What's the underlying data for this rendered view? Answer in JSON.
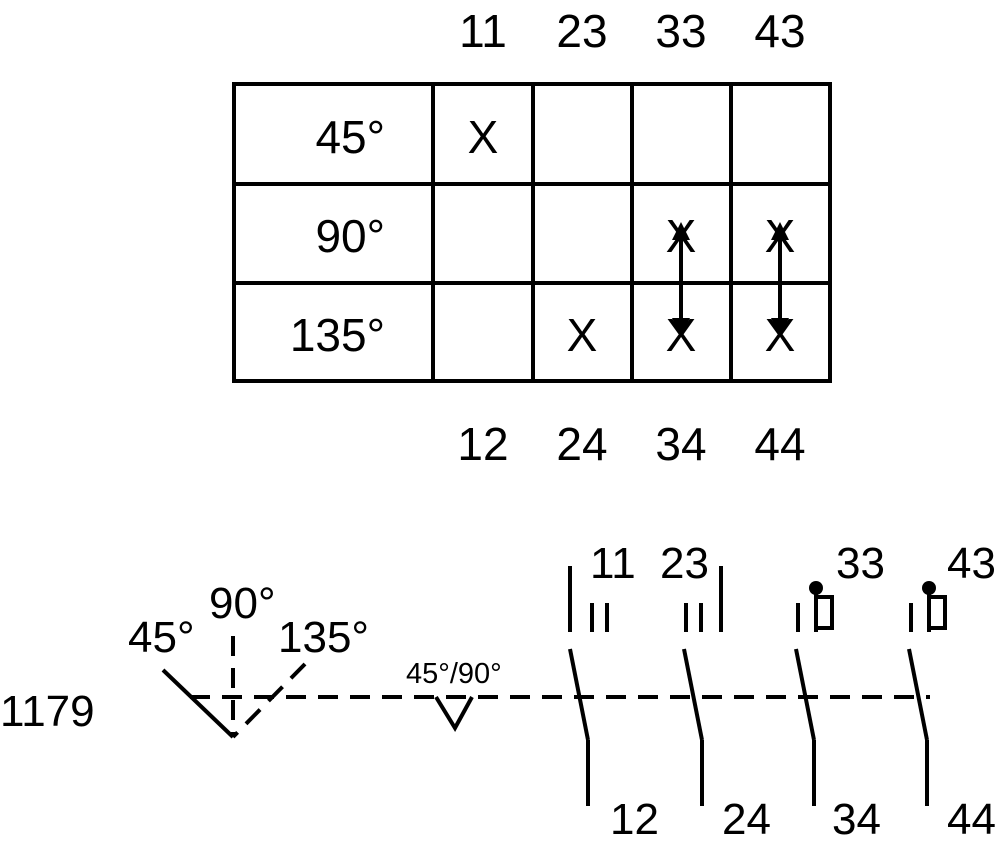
{
  "table": {
    "top_terminals": [
      "11",
      "23",
      "33",
      "43"
    ],
    "bottom_terminals": [
      "12",
      "24",
      "34",
      "44"
    ],
    "rows": [
      {
        "angle": "45°",
        "marks": [
          "X",
          "",
          "",
          ""
        ]
      },
      {
        "angle": "90°",
        "marks": [
          "",
          "",
          "X",
          "X"
        ]
      },
      {
        "angle": "135°",
        "marks": [
          "",
          "X",
          "X",
          "X"
        ]
      }
    ]
  },
  "schematic": {
    "device_number": "1179",
    "positions": [
      "45°",
      "90°",
      "135°"
    ],
    "detent_label": "45°/90°",
    "contacts": [
      {
        "top": "11",
        "bottom": "12",
        "type": "maintained"
      },
      {
        "top": "23",
        "bottom": "24",
        "type": "maintained"
      },
      {
        "top": "33",
        "bottom": "34",
        "type": "spring-return"
      },
      {
        "top": "43",
        "bottom": "44",
        "type": "spring-return"
      }
    ]
  }
}
